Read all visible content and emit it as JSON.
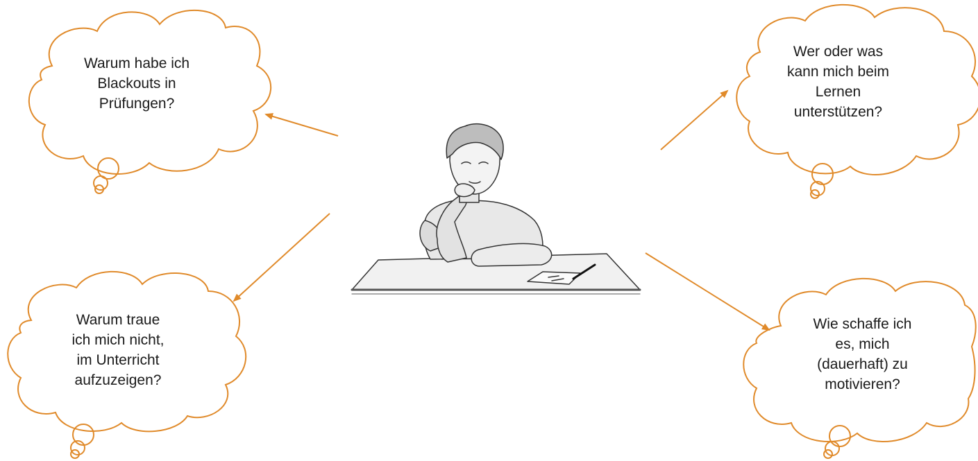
{
  "colors": {
    "accent": "#e08a2a",
    "text": "#1a1a1a"
  },
  "figure": {
    "subject": "student-thinking-at-desk"
  },
  "bubbles": [
    {
      "lines": [
        "Warum habe ich",
        "Blackouts in",
        "Prüfungen?"
      ]
    },
    {
      "lines": [
        "Wer oder was",
        "kann mich beim",
        "Lernen",
        "unterstützen?"
      ]
    },
    {
      "lines": [
        "Warum traue",
        "ich mich nicht,",
        "im Unterricht",
        "aufzuzeigen?"
      ]
    },
    {
      "lines": [
        "Wie schaffe ich",
        "es, mich",
        "(dauerhaft) zu",
        "motivieren?"
      ]
    }
  ]
}
